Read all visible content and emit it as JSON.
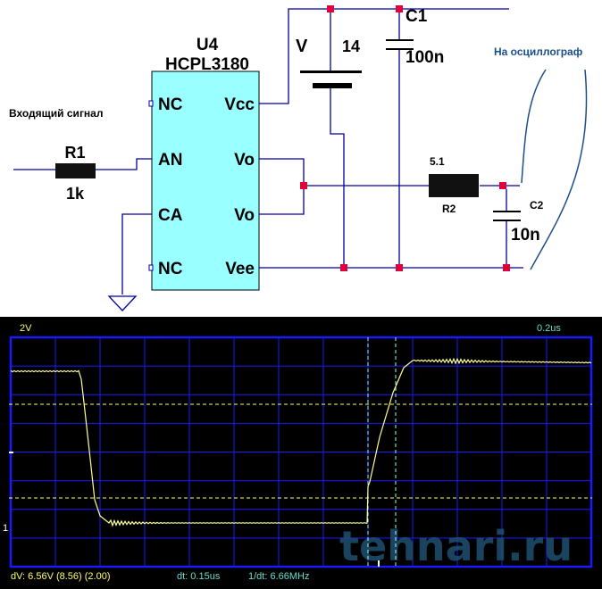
{
  "schematic": {
    "ic": {
      "ref": "U4",
      "part": "HCPL3180",
      "pins_left": [
        "NC",
        "AN",
        "CA",
        "NC"
      ],
      "pins_right": [
        "Vcc",
        "Vo",
        "Vo",
        "Vee"
      ]
    },
    "input_label": "Входящий сигнал",
    "r1": {
      "ref": "R1",
      "value": "1k"
    },
    "battery": {
      "ref": "V",
      "value": "14"
    },
    "c1": {
      "ref": "C1",
      "value": "100n"
    },
    "r2": {
      "ref": "R2",
      "value": "5.1"
    },
    "c2": {
      "ref": "C2",
      "value": "10n"
    },
    "probe_label": "На осциллограф",
    "colors": {
      "wire": "#0000a0",
      "ic_fill": "#99ffff",
      "junction": "#e0003a",
      "probe_text": "#1a4f8a"
    }
  },
  "scope": {
    "volts_per_div": "2V",
    "time_per_div": "0.2us",
    "channel_marker": "1",
    "dv": "dV: 6.56V  (8.56) (2.00)",
    "dt": "dt: 0.15us",
    "freq": "1/dt: 6.66MHz",
    "watermark": "tehnari.ru",
    "colors": {
      "bg": "#000000",
      "grid": "#1a1aff",
      "trace": "#ffff99",
      "cursor_v": "#ffff66",
      "cursor_t": "#99ffee"
    }
  }
}
